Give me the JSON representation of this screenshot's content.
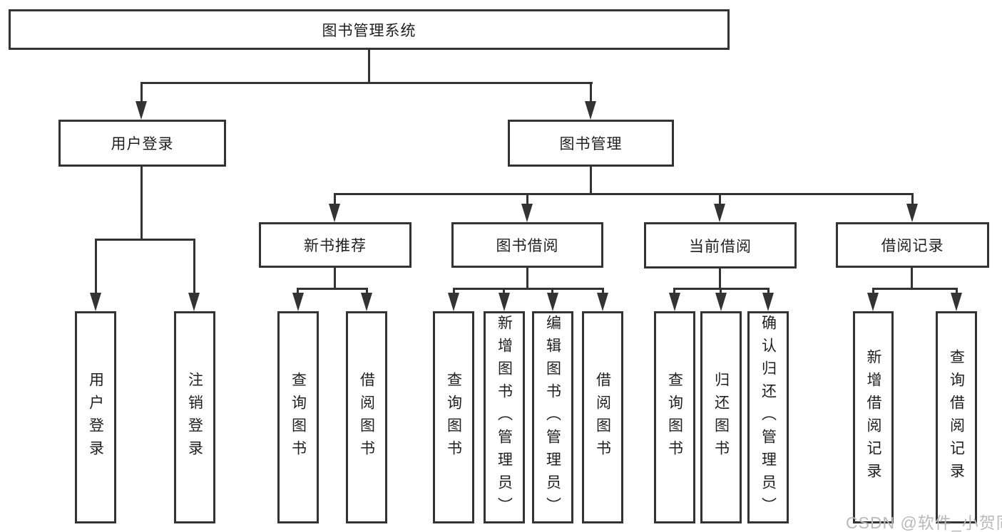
{
  "colors": {
    "line": "#333333",
    "text": "#1f1f1f",
    "watermark": "#b9b9b9",
    "bg": "#ffffff"
  },
  "watermark": {
    "text": "CSDN @软件_小贺同学"
  },
  "tree": {
    "root": {
      "label": "图书管理系统"
    },
    "branches": [
      {
        "label": "用户登录",
        "children": [
          {
            "label": "用户登录"
          },
          {
            "label": "注销登录"
          }
        ]
      },
      {
        "label": "图书管理",
        "children": [
          {
            "label": "新书推荐",
            "children": [
              {
                "label": "查询图书"
              },
              {
                "label": "借阅图书"
              }
            ]
          },
          {
            "label": "图书借阅",
            "children": [
              {
                "label": "查询图书"
              },
              {
                "label": "新增图书（管理员）"
              },
              {
                "label": "编辑图书（管理员）"
              },
              {
                "label": "借阅图书"
              }
            ]
          },
          {
            "label": "当前借阅",
            "children": [
              {
                "label": "查询图书"
              },
              {
                "label": "归还图书"
              },
              {
                "label": "确认归还（管理员）"
              }
            ]
          },
          {
            "label": "借阅记录",
            "children": [
              {
                "label": "新增借阅记录"
              },
              {
                "label": "查询借阅记录"
              }
            ]
          }
        ]
      }
    ]
  }
}
